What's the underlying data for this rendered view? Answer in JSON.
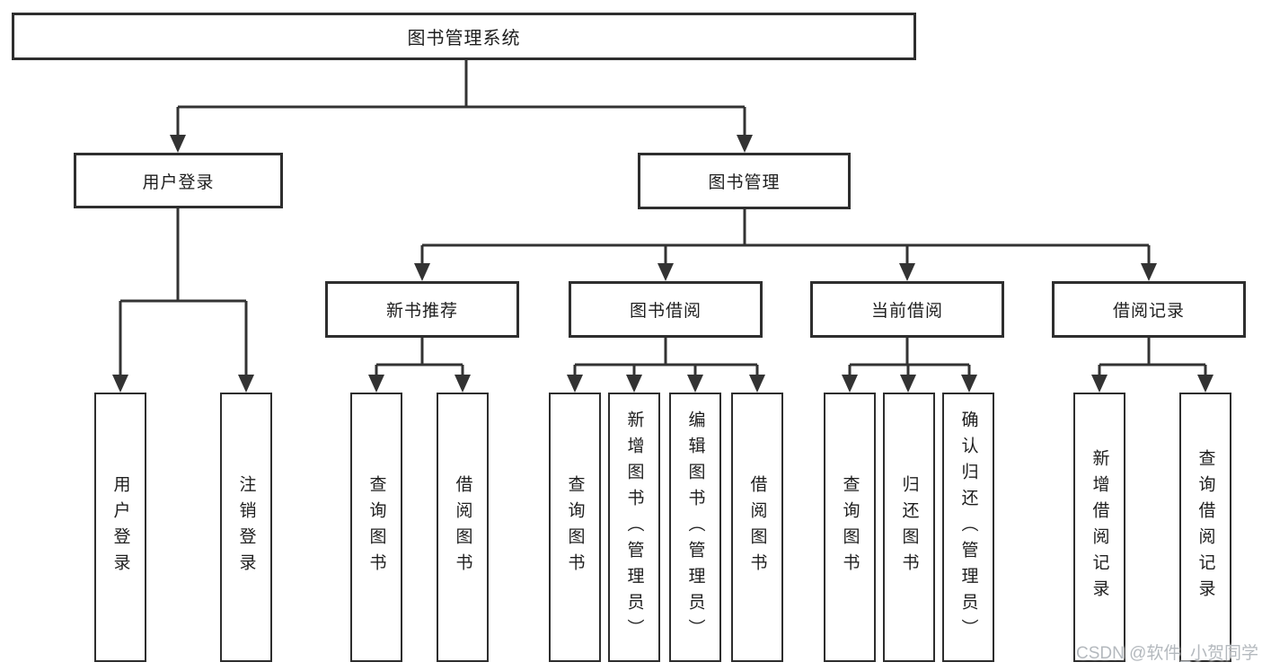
{
  "colors": {
    "line": "#333333",
    "box_border": "#2e2e2e",
    "text": "#1e1e1e",
    "watermark": "#b4b9be",
    "background": "#ffffff"
  },
  "diagram": {
    "root": {
      "label": "图书管理系统"
    },
    "user_login": {
      "label": "用户登录",
      "children": [
        {
          "label": "用户登录"
        },
        {
          "label": "注销登录"
        }
      ]
    },
    "book_management": {
      "label": "图书管理",
      "groups": [
        {
          "label": "新书推荐",
          "children": [
            {
              "label": "查询图书"
            },
            {
              "label": "借阅图书"
            }
          ]
        },
        {
          "label": "图书借阅",
          "children": [
            {
              "label": "查询图书"
            },
            {
              "label": "新增图书（管理员）"
            },
            {
              "label": "编辑图书（管理员）"
            },
            {
              "label": "借阅图书"
            }
          ]
        },
        {
          "label": "当前借阅",
          "children": [
            {
              "label": "查询图书"
            },
            {
              "label": "归还图书"
            },
            {
              "label": "确认归还（管理员）"
            }
          ]
        },
        {
          "label": "借阅记录",
          "children": [
            {
              "label": "新增借阅记录"
            },
            {
              "label": "查询借阅记录"
            }
          ]
        }
      ]
    }
  },
  "watermark": {
    "text": "CSDN @软件_小贺同学"
  }
}
